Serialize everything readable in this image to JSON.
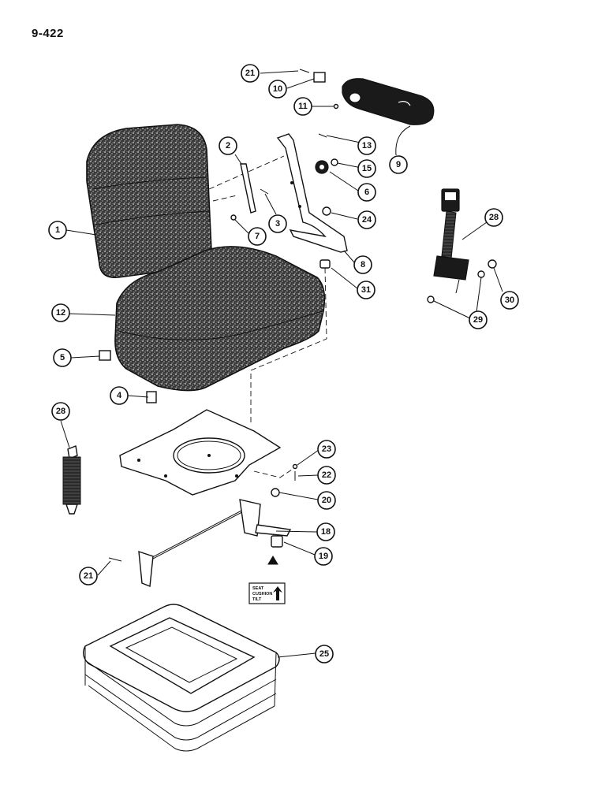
{
  "page_number": "9-422",
  "decal": {
    "line1": "SEAT",
    "line2": "CUSHION",
    "line3": "TILT"
  },
  "callouts": [
    {
      "id": "c21a",
      "label": "21"
    },
    {
      "id": "c10",
      "label": "10"
    },
    {
      "id": "c11",
      "label": "11"
    },
    {
      "id": "c13",
      "label": "13"
    },
    {
      "id": "c9",
      "label": "9"
    },
    {
      "id": "c15",
      "label": "15"
    },
    {
      "id": "c2",
      "label": "2"
    },
    {
      "id": "c6",
      "label": "6"
    },
    {
      "id": "c24",
      "label": "24"
    },
    {
      "id": "c3",
      "label": "3"
    },
    {
      "id": "c1",
      "label": "1"
    },
    {
      "id": "c7",
      "label": "7"
    },
    {
      "id": "c8",
      "label": "8"
    },
    {
      "id": "c28a",
      "label": "28"
    },
    {
      "id": "c31",
      "label": "31"
    },
    {
      "id": "c30",
      "label": "30"
    },
    {
      "id": "c29",
      "label": "29"
    },
    {
      "id": "c12",
      "label": "12"
    },
    {
      "id": "c5",
      "label": "5"
    },
    {
      "id": "c4",
      "label": "4"
    },
    {
      "id": "c28b",
      "label": "28"
    },
    {
      "id": "c23",
      "label": "23"
    },
    {
      "id": "c22",
      "label": "22"
    },
    {
      "id": "c20",
      "label": "20"
    },
    {
      "id": "c18",
      "label": "18"
    },
    {
      "id": "c19",
      "label": "19"
    },
    {
      "id": "c21b",
      "label": "21"
    },
    {
      "id": "c25",
      "label": "25"
    }
  ]
}
